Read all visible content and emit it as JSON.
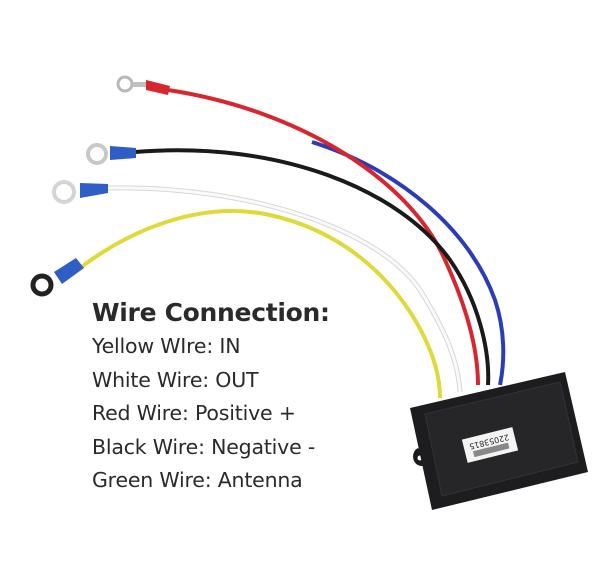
{
  "legend": {
    "title": "Wire Connection:",
    "lines": [
      "Yellow WIre: IN",
      "White Wire: OUT",
      "Red Wire: Positive +",
      "Black Wire: Negative -",
      "Green Wire: Antenna"
    ]
  },
  "product_label": "22053815",
  "colors": {
    "red_wire": "#d8262e",
    "black_wire": "#1a1a1a",
    "white_wire": "#f2f2f2",
    "yellow_wire": "#e0d93a",
    "blue_wire": "#2a3cb8",
    "terminal_insulation": "#2f5fc4",
    "box": "#1d1d1f"
  }
}
